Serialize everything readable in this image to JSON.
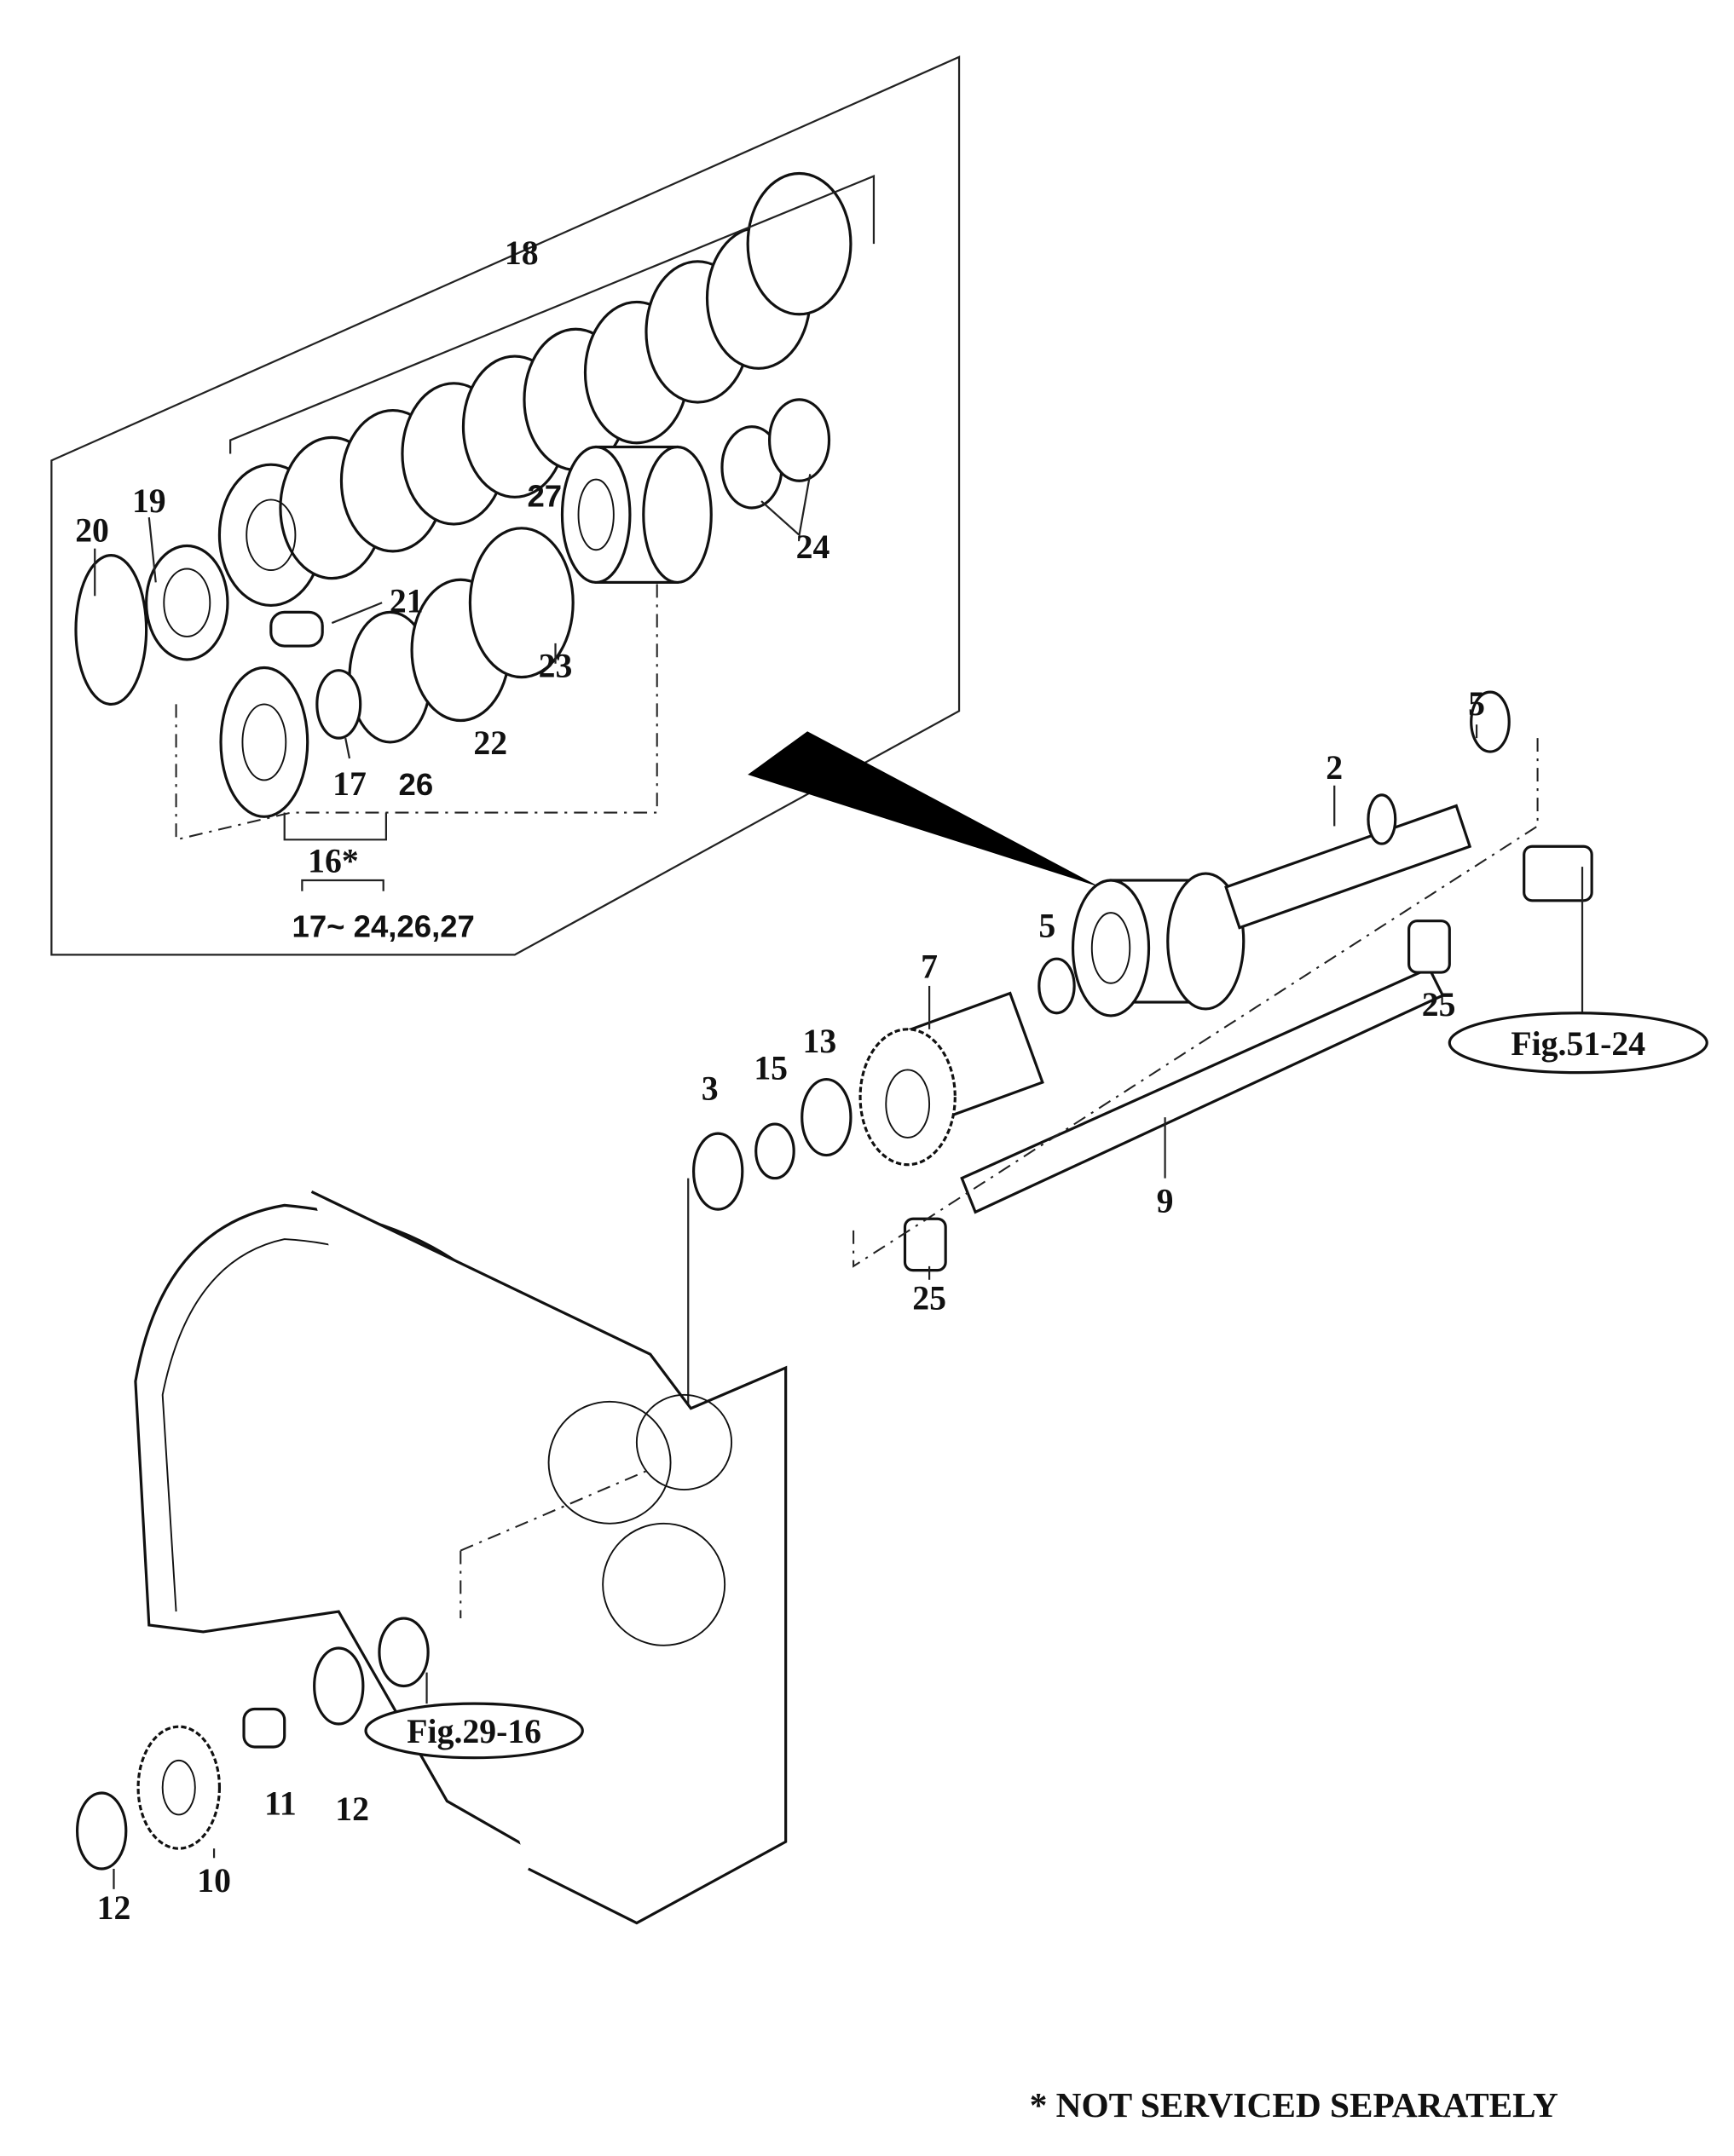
{
  "labels": {
    "p18": "18",
    "p19": "19",
    "p20": "20",
    "p21": "21",
    "p27": "27",
    "p24": "24",
    "p23": "23",
    "p22": "22",
    "p17": "17",
    "p26": "26",
    "p16": "16*",
    "p16_contents": "17~ 24,26,27",
    "p5a": "5",
    "p2": "2",
    "p5b": "5",
    "p7": "7",
    "p25a": "25",
    "p13": "13",
    "p15": "15",
    "p3": "3",
    "p9": "9",
    "p25b": "25",
    "p11": "11",
    "p12a": "12",
    "p10": "10",
    "p12b": "12"
  },
  "references": {
    "fig51": "Fig.51-24",
    "fig29": "Fig.29-16"
  },
  "footnote": "* NOT SERVICED SEPARATELY"
}
